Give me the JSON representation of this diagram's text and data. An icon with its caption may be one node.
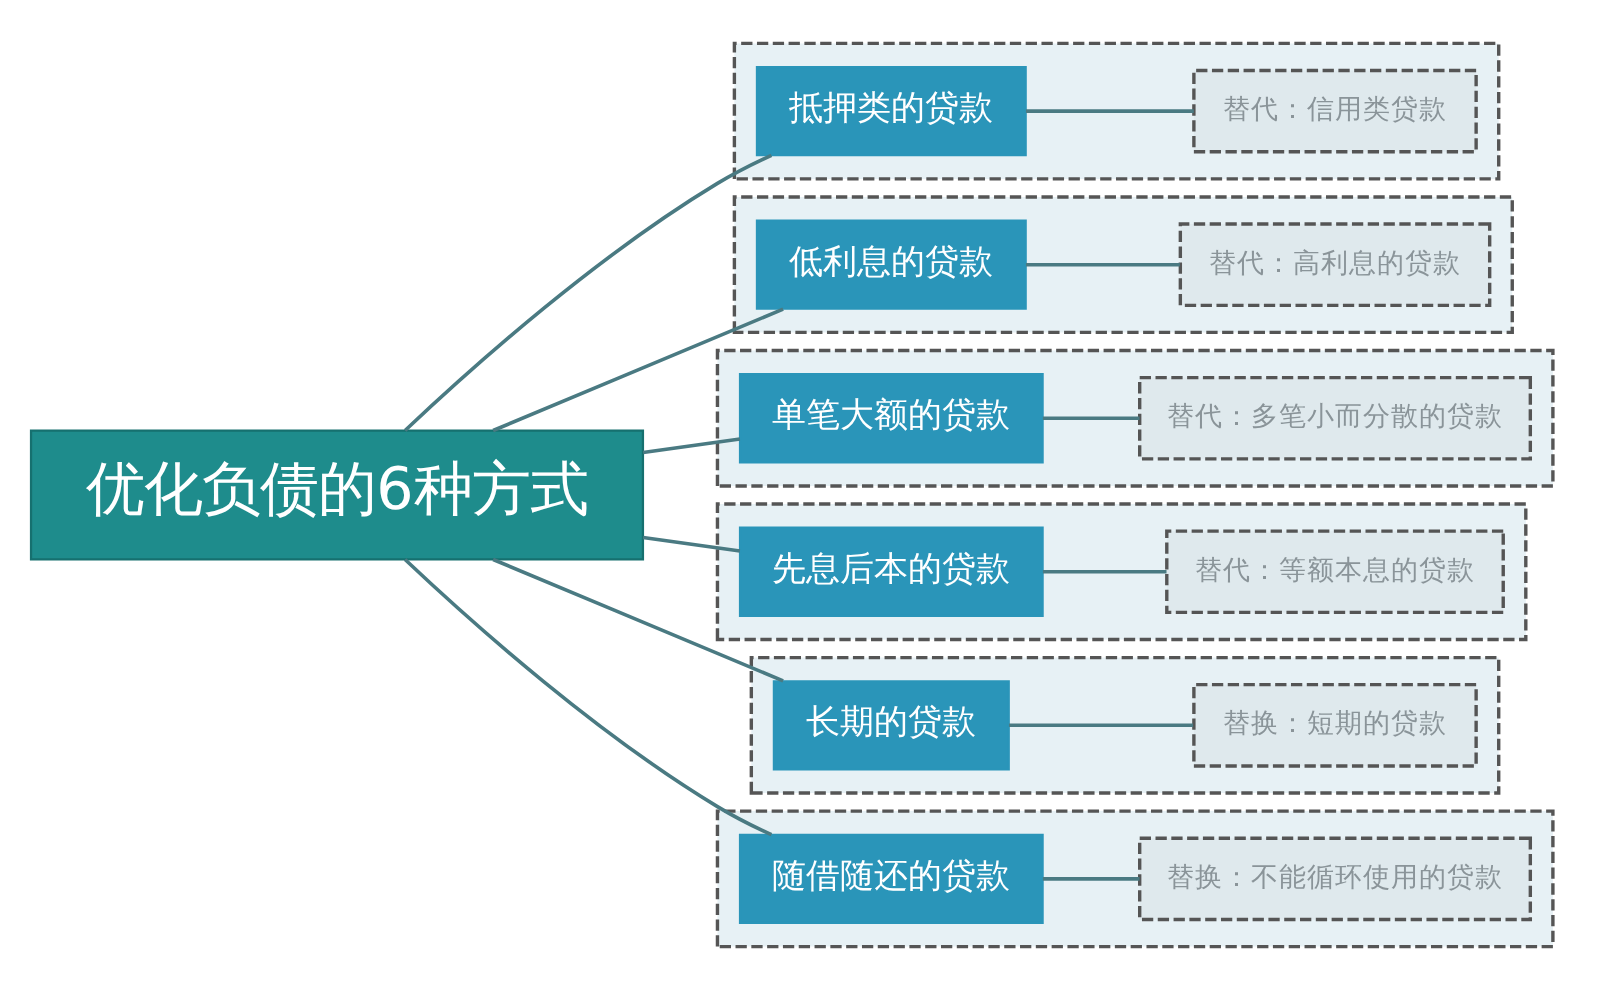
{
  "diagram": {
    "nodes": [
      {
        "text": [
          "优化负债的6种方式"
        ]
      },
      {
        "text": [],
        "shape": "box"
      },
      {
        "text": [
          "抵押类的贷款"
        ],
        "in": 1
      },
      {
        "text": [
          "替代：信用类贷款"
        ],
        "in": 1
      },
      {
        "text": [],
        "shape": "box"
      },
      {
        "text": [
          "低利息的贷款"
        ],
        "in": 4
      },
      {
        "text": [
          "替代：高利息的贷款"
        ],
        "in": 4
      },
      {
        "text": [],
        "shape": "box"
      },
      {
        "text": [
          "单笔大额的贷款"
        ],
        "in": 7
      },
      {
        "text": [
          "替代：多笔小而分散的贷款"
        ],
        "in": 7
      },
      {
        "text": [],
        "shape": "box"
      },
      {
        "text": [
          "先息后本的贷款"
        ],
        "in": 10
      },
      {
        "text": [
          "替代：等额本息的贷款"
        ],
        "in": 10
      },
      {
        "text": [],
        "shape": "box"
      },
      {
        "text": [
          "长期的贷款"
        ],
        "in": 13
      },
      {
        "text": [
          "替换：短期的贷款"
        ],
        "in": 13
      },
      {
        "text": [],
        "shape": "box"
      },
      {
        "text": [
          "随借随还的贷款"
        ],
        "in": 16
      },
      {
        "text": [
          "替换：不能循环使用的贷款"
        ],
        "in": 16
      }
    ],
    "edges": [
      {
        "from": 0,
        "to": 2,
        "arrow": "none"
      },
      {
        "from": 0,
        "to": 5,
        "arrow": "none"
      },
      {
        "from": 0,
        "to": 8,
        "arrow": "none"
      },
      {
        "from": 0,
        "to": 11,
        "arrow": "none"
      },
      {
        "from": 0,
        "to": 14,
        "arrow": "none"
      },
      {
        "from": 0,
        "to": 17,
        "arrow": "none"
      },
      {
        "from": 2,
        "to": 3,
        "arrow": "none"
      },
      {
        "from": 5,
        "to": 6,
        "arrow": "none"
      },
      {
        "from": 8,
        "to": 9,
        "arrow": "none"
      },
      {
        "from": 11,
        "to": 12,
        "arrow": "none"
      },
      {
        "from": 14,
        "to": 15,
        "arrow": "none"
      },
      {
        "from": 17,
        "to": 18,
        "arrow": "none"
      }
    ]
  }
}
